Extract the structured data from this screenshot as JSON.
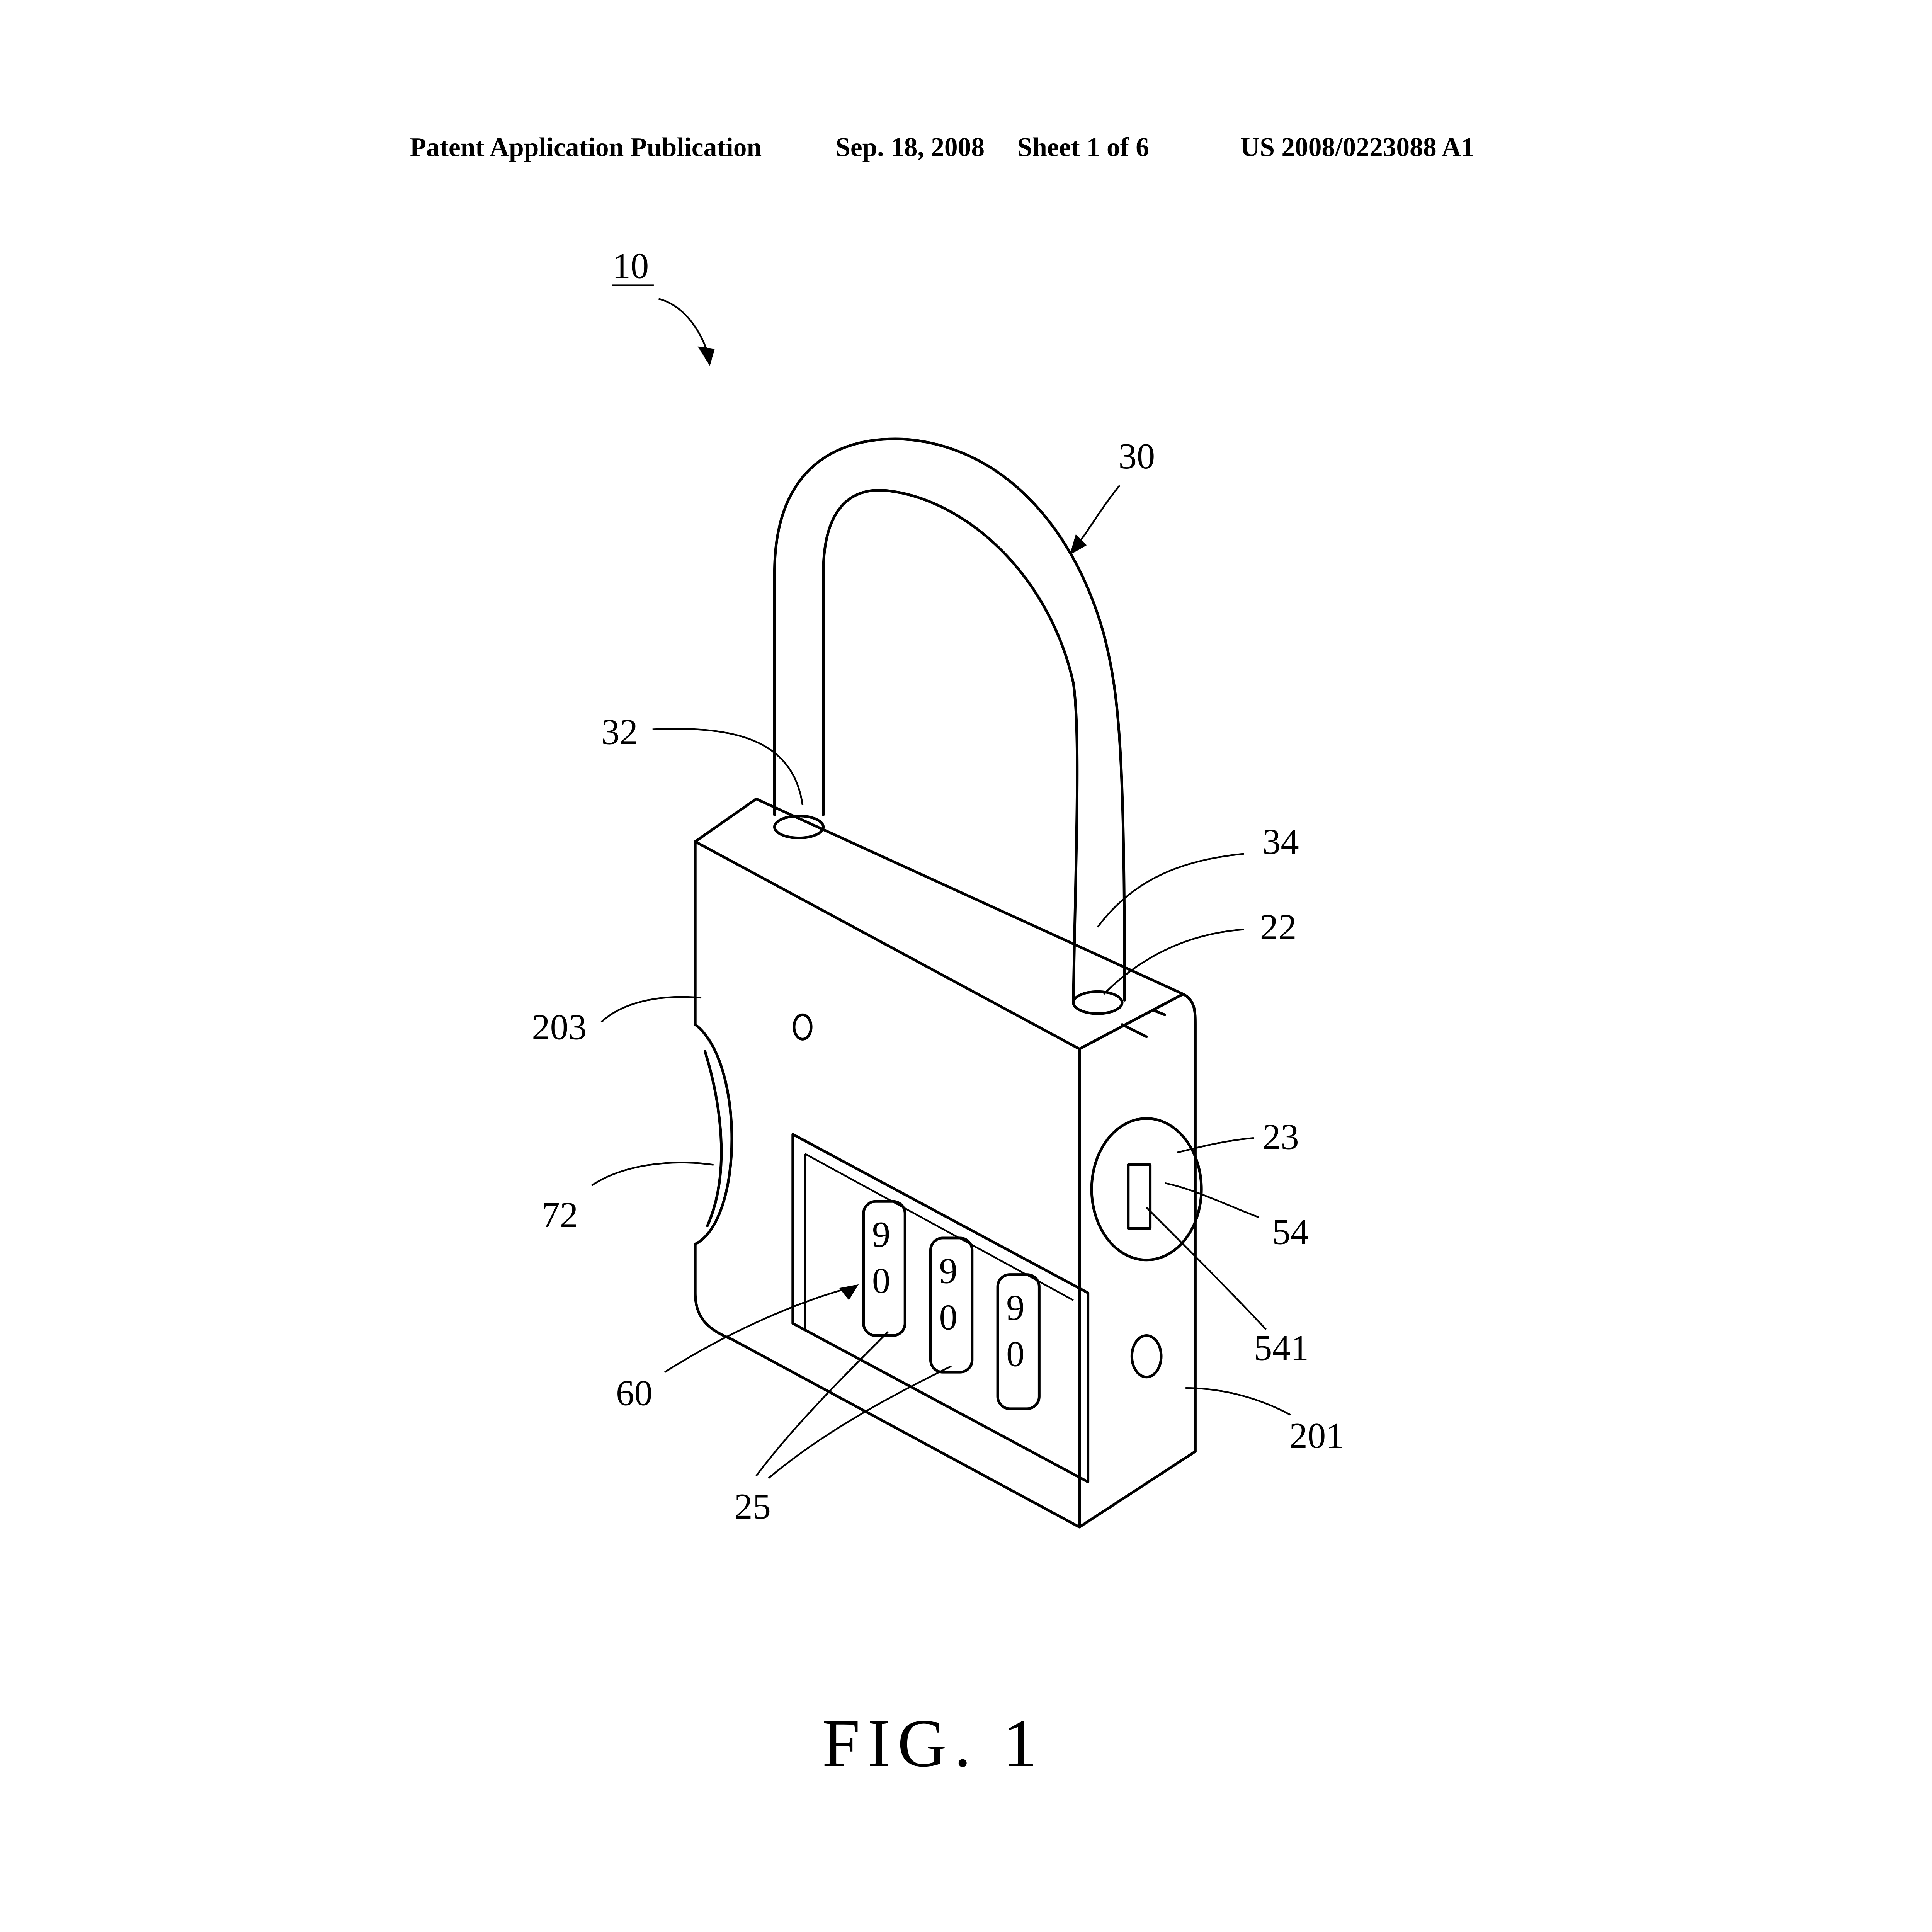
{
  "header": {
    "publication": "Patent Application Publication",
    "date": "Sep. 18, 2008",
    "sheet": "Sheet 1 of 6",
    "number": "US 2008/0223088 A1"
  },
  "figure": {
    "caption": "FIG. 1",
    "reference_numerals": {
      "assembly": "10",
      "shackle": "30",
      "shackle_leg_short": "32",
      "shackle_leg_long": "34",
      "hole_top": "22",
      "side_hole": "23",
      "button": "54",
      "button_slot": "541",
      "lower_wall": "201",
      "upper_wall": "203",
      "recess": "72",
      "dials": "60",
      "windows": "25"
    },
    "dial_digits": [
      "9",
      "0"
    ]
  }
}
